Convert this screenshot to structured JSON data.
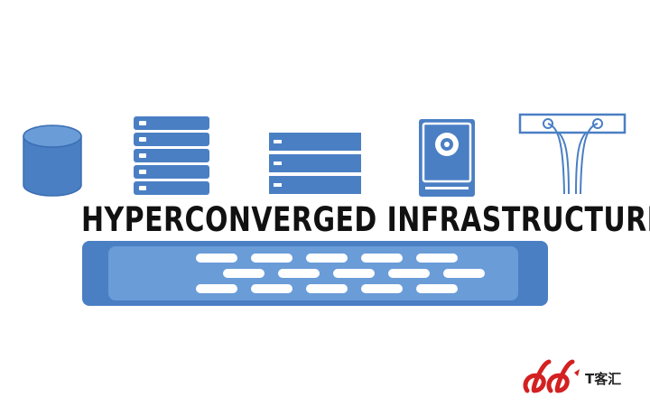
{
  "diagram": {
    "title": "HYPERCONVERGED INFRASTRUCTURE",
    "colors": {
      "primary": "#4a7fc4",
      "light": "#6a9cd8",
      "stroke": "#3a6eb4",
      "white": "#ffffff",
      "text": "#111111"
    },
    "icons": [
      "database-icon",
      "server-rack-icon",
      "storage-array-icon",
      "hard-drive-icon",
      "network-switch-icon"
    ],
    "appliance": {
      "name": "hyperconverged-appliance",
      "slot_rows": [
        5,
        5,
        5
      ]
    }
  },
  "watermark": {
    "text": "T客汇",
    "logo_color": "#d42020"
  }
}
